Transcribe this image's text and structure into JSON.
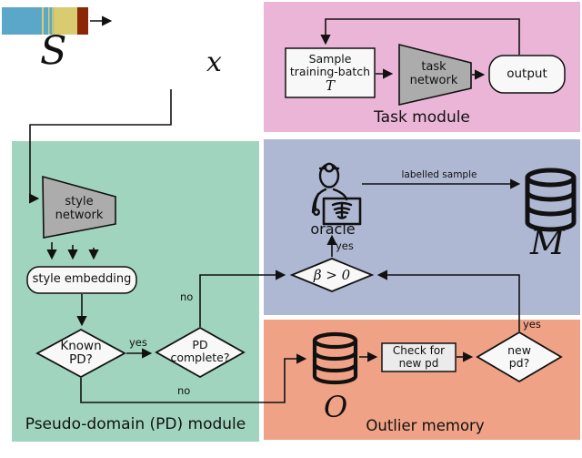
{
  "palette": {
    "task_bg": "#EBB5D8",
    "pd_bg": "#A0D4BE",
    "oracle_bg": "#AFB8D2",
    "outlier_bg": "#F0A286",
    "network_fill": "#ACACAC",
    "node_fill": "#F8F8F8",
    "check_fill": "#EBEBEB",
    "line": "#111111",
    "stream_blue": "#5BA7C9",
    "stream_yellow": "#D9CC70",
    "stream_olive": "#BFC47C",
    "stream_red": "#8B2606"
  },
  "stream": {
    "source_symbol": "S",
    "sample_symbol": "x"
  },
  "task_module": {
    "title": "Task module",
    "sample_line1": "Sample",
    "sample_line2": "training-batch",
    "sample_symbol": "T",
    "network_line1": "task",
    "network_line2": "network",
    "output_label": "output"
  },
  "oracle_module": {
    "oracle_label": "oracle",
    "beta_condition": "β > 0",
    "yes_label": "yes",
    "labelled_sample_label": "labelled sample",
    "memory_symbol": "M"
  },
  "pd_module": {
    "title": "Pseudo-domain (PD) module",
    "network_line1": "style",
    "network_line2": "network",
    "embedding_label": "style embedding",
    "known_line1": "Known",
    "known_line2": "PD?",
    "known_yes_label": "yes",
    "known_no_label": "no",
    "complete_line1": "PD",
    "complete_line2": "complete?",
    "complete_no_label": "no"
  },
  "outlier_module": {
    "title": "Outlier memory",
    "memory_symbol": "O",
    "check_line1": "Check for",
    "check_line2": "new pd",
    "newpd_line1": "new",
    "newpd_line2": "pd?",
    "yes_label": "yes"
  }
}
